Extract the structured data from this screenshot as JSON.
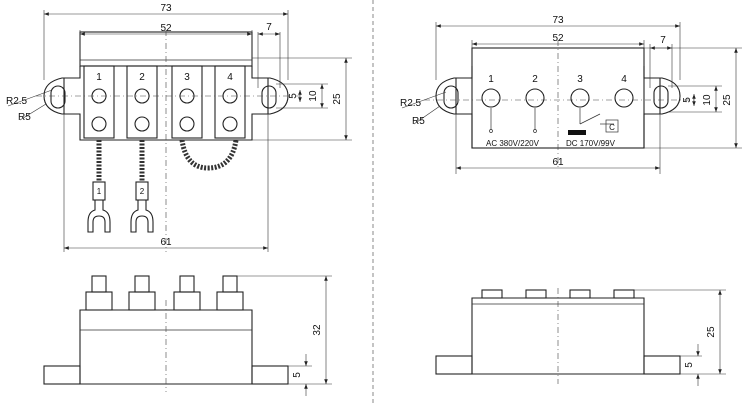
{
  "left_top_view": {
    "dims": {
      "overall": "73",
      "pitch": "52",
      "slot": "7",
      "base": "61",
      "height": "25",
      "slot_h": "10",
      "slot_w": "5",
      "r_outer": "R5",
      "r_inner": "R2.5"
    },
    "terminals": [
      "1",
      "2",
      "3",
      "4"
    ],
    "lug_tags": [
      "1",
      "2"
    ]
  },
  "left_side_view": {
    "dims": {
      "height": "32",
      "flange": "5"
    }
  },
  "right_top_view": {
    "dims": {
      "overall": "73",
      "pitch": "52",
      "slot": "7",
      "base": "61",
      "height": "25",
      "slot_h": "10",
      "slot_w": "5",
      "r_outer": "R5",
      "r_inner": "R2.5"
    },
    "terminals": [
      "1",
      "2",
      "3",
      "4"
    ],
    "ac_label": "AC 380V/220V",
    "dc_label": "DC 170V/99V",
    "symbol": "C"
  },
  "right_side_view": {
    "dims": {
      "height": "25",
      "flange": "5"
    }
  }
}
